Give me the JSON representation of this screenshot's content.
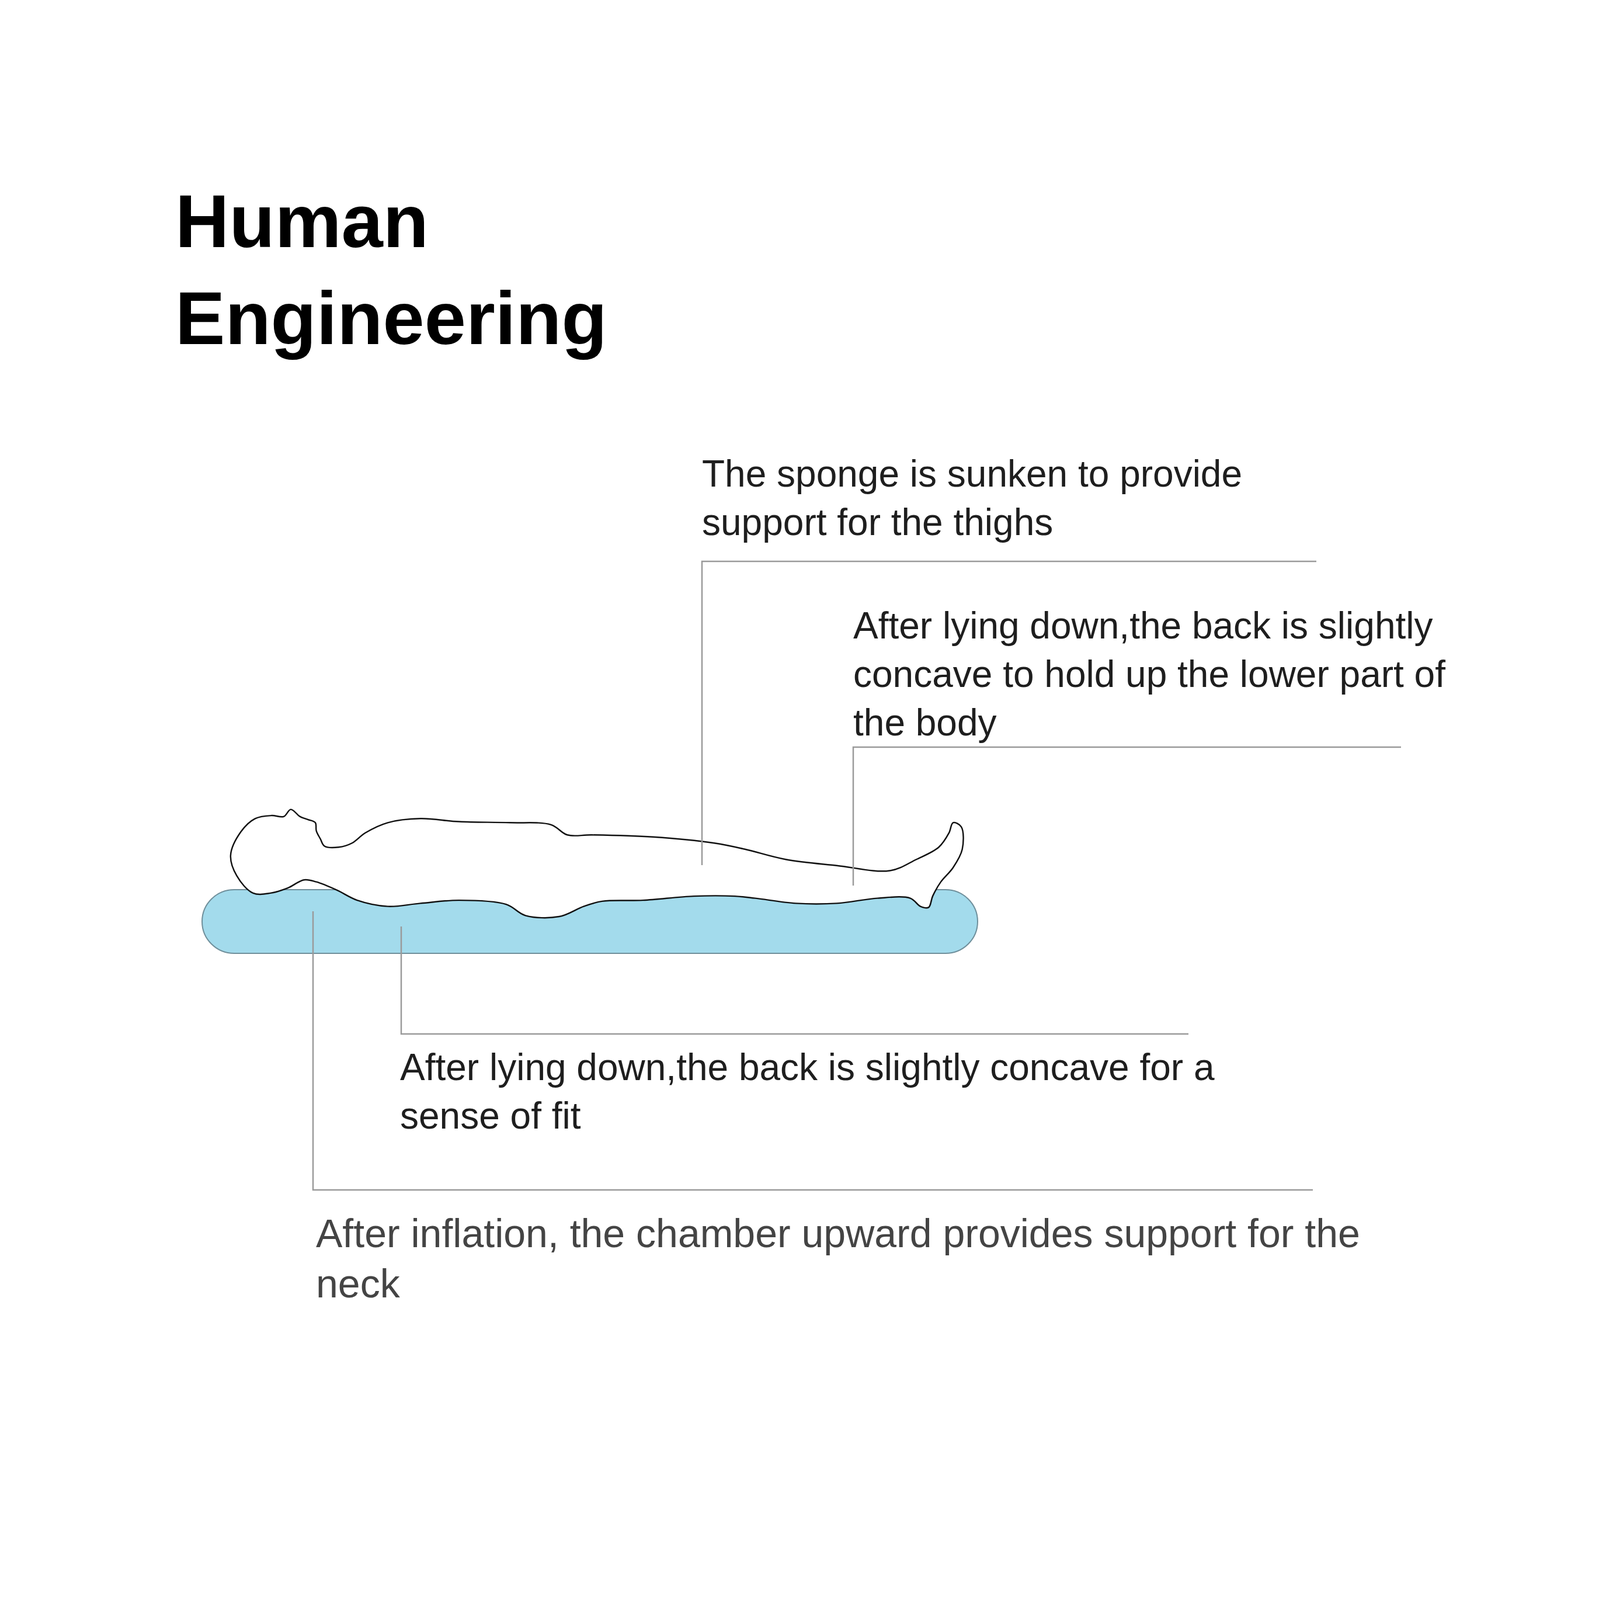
{
  "diagram": {
    "title": "Human Engineering",
    "labels": [
      "The sponge is sunken to provide support for the thighs",
      "After lying down,the back is slightly concave to hold up the lower part of the body",
      "After lying down,the back is slightly concave for a sense of fit",
      "After inflation, the chamber upward provides support for the neck"
    ]
  }
}
